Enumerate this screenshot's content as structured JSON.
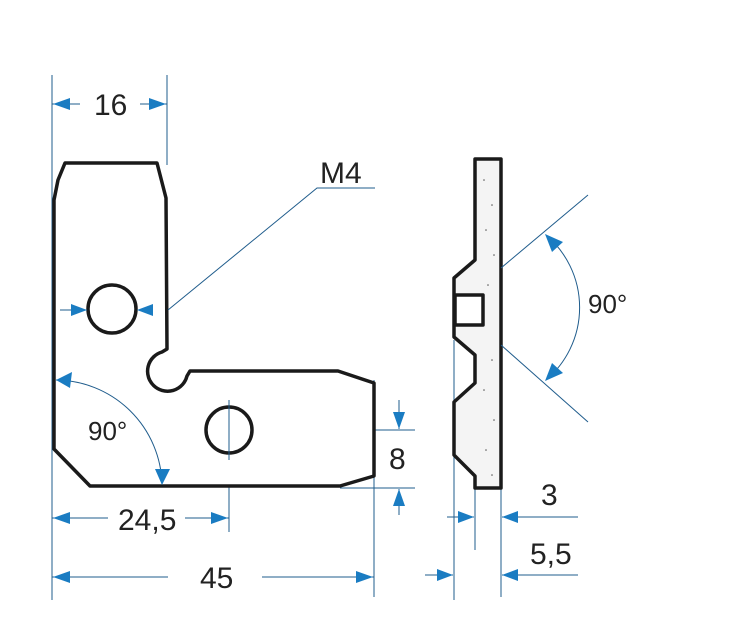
{
  "drawing": {
    "labels": {
      "width_top": "16",
      "thread": "M4",
      "angle_front": "90°",
      "hole_offset": "24,5",
      "total_length": "45",
      "height_leg": "8",
      "thickness": "3",
      "total_depth": "5,5",
      "angle_side": "90°"
    },
    "colors": {
      "dimension": "#1a7cc2",
      "outline": "#1a1a1a"
    }
  }
}
